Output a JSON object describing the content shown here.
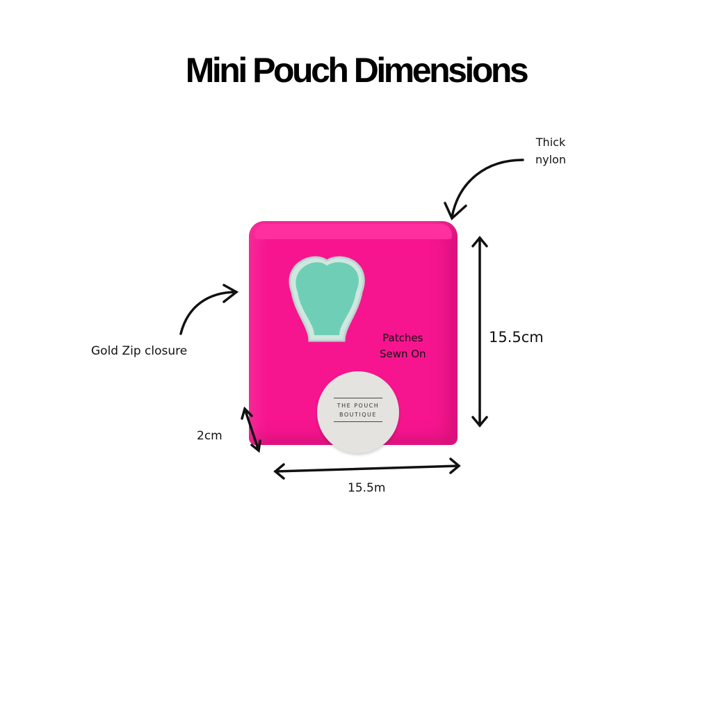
{
  "title": "Mini Pouch Dimensions",
  "labels": {
    "material": "Thick\nnylon",
    "closure": "Gold Zip closure",
    "patches": "Patches\nSewn On",
    "height": "15.5cm",
    "depth": "2cm",
    "width": "15.5m"
  },
  "tag": {
    "line1": "THE POUCH",
    "line2": "BOUTIQUE"
  },
  "colors": {
    "pouch": "#f7158f",
    "patch": "#6fcfb6"
  }
}
